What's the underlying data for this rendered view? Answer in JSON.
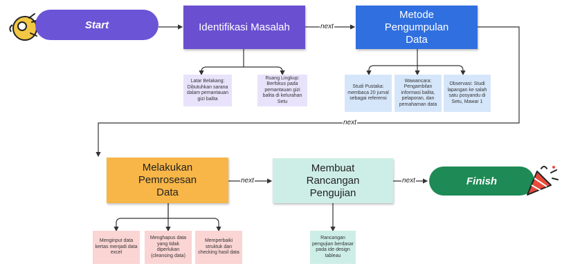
{
  "start": {
    "label": "Start"
  },
  "finish": {
    "label": "Finish"
  },
  "next_label": "next",
  "steps": [
    {
      "label": "Identifikasi Masalah",
      "subs": [
        "Latar Belakang: Dibutuhkan sarana dalam pemantauan gizi balita",
        "Ruang Lingkup: Berfokus pada pemantauan gizi balita di kelurahan Setu"
      ]
    },
    {
      "label": "Metode Pengumpulan Data",
      "subs": [
        "Studi Pustaka: membaca 20 jurnal sebagai referensi",
        "Wawancara: Pengambilan informasi balita, pelaporan, dan pemahaman data",
        "Observasi: Studi lapangan ke salah satu posyandu di Setu, Mawar 1"
      ]
    },
    {
      "label": "Melakukan Pemrosesan Data",
      "subs": [
        "Menginput data kertas menjadi data excel",
        "Menghapus data yang tidak diperlukan (cleansing data)",
        "Memperbaiki struktuk dan checking hasil data"
      ]
    },
    {
      "label": "Membuat Rancangan Pengujian",
      "subs": [
        "Rancangan pengujian berdasar pada ide design tableau"
      ]
    }
  ],
  "colors": {
    "start": "#6b54d6",
    "identifikasi": "#6a4fd0",
    "identifikasi_sub": "#e8e2fb",
    "metode": "#2f6fe0",
    "metode_sub": "#d6e6fa",
    "proses": "#f8b648",
    "proses_sub": "#fbd4d4",
    "rancangan": "#cdeee6",
    "rancangan_sub": "#cdeee6",
    "finish": "#1e8a55",
    "party_icon": "#e84a3a",
    "ok_hand_icon": "#f2c744"
  }
}
